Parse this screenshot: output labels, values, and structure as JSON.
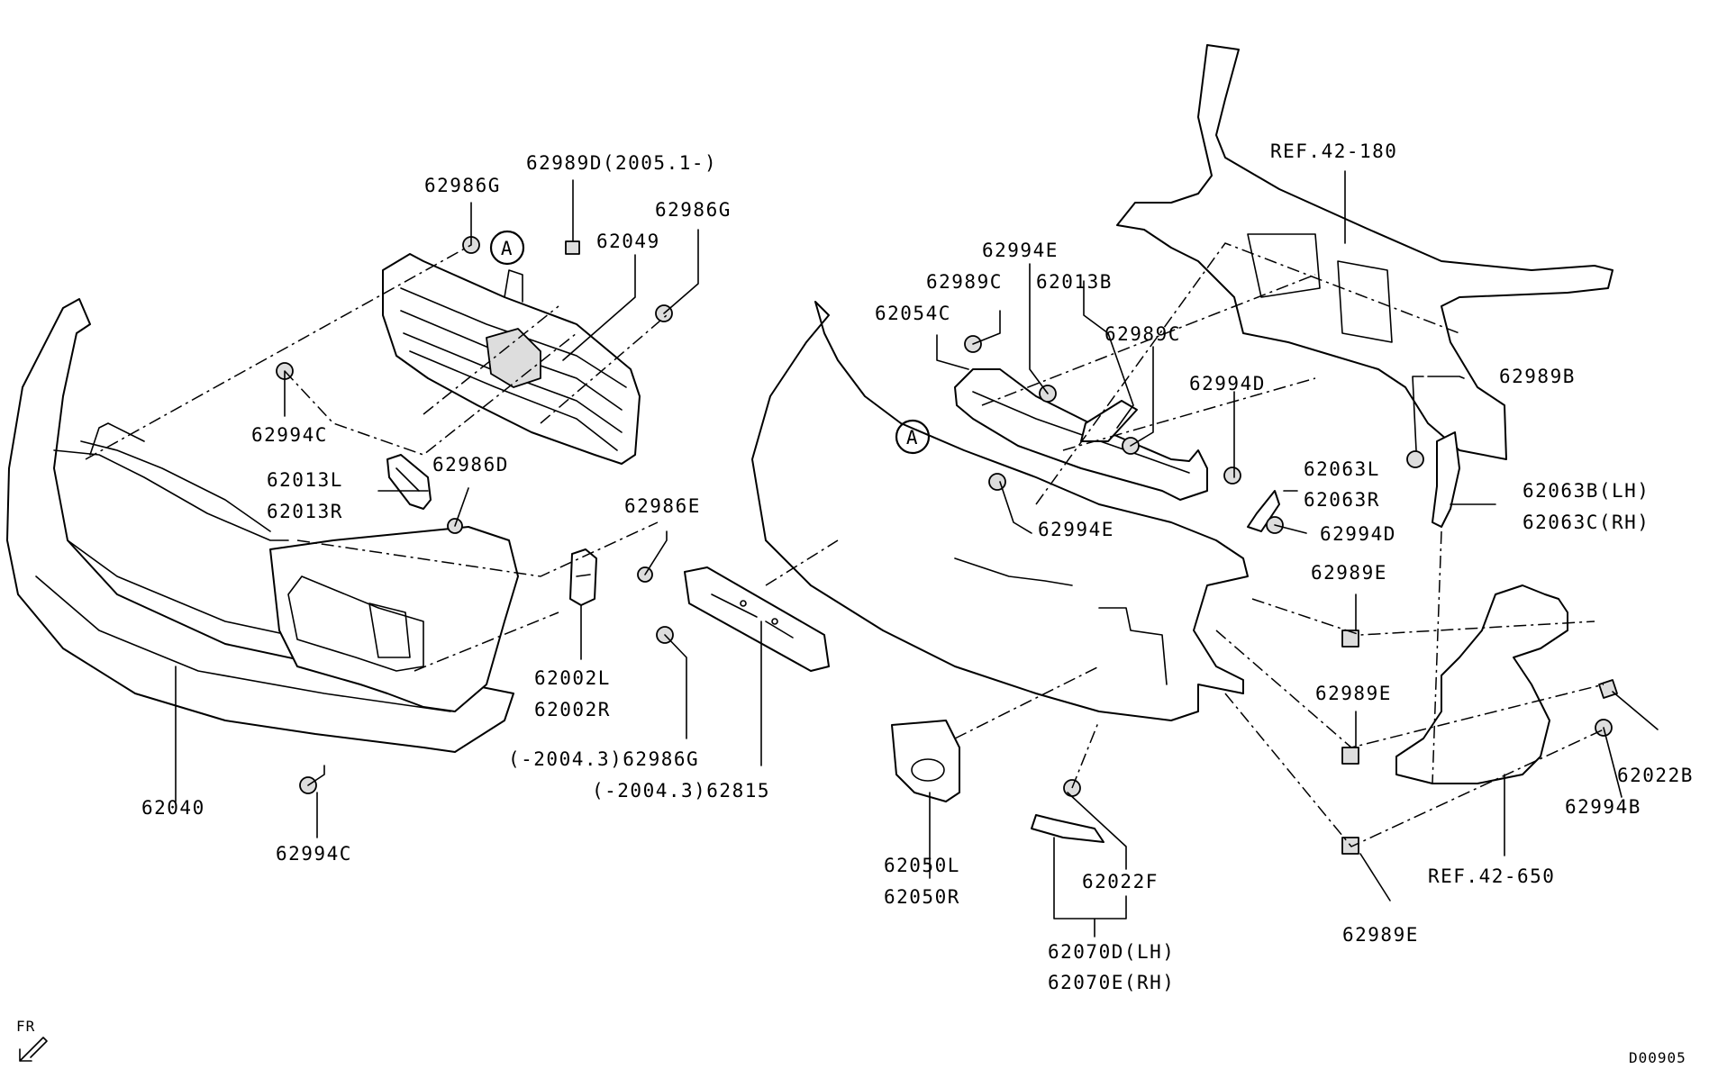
{
  "labels": {
    "p62986G_a": "62986G",
    "p62989D": "62989D(2005.1-)",
    "p62986G_b": "62986G",
    "p62049": "62049",
    "p62994C_a": "62994C",
    "p62013L": "62013L",
    "p62013R": "62013R",
    "p62986D": "62986D",
    "p62986E": "62986E",
    "p62002L": "62002L",
    "p62002R": "62002R",
    "p62986G_c": "(-2004.3)62986G",
    "p62815": "(-2004.3)62815",
    "p62040": "62040",
    "p62994C_b": "62994C",
    "pREF42_180": "REF.42-180",
    "p62994E_a": "62994E",
    "p62989C_a": "62989C",
    "p62013B": "62013B",
    "p62054C": "62054C",
    "p62989C_b": "62989C",
    "p62994D_a": "62994D",
    "p62989B": "62989B",
    "p62063L": "62063L",
    "p62063R": "62063R",
    "p62063B": "62063B(LH)",
    "p62063C": "62063C(RH)",
    "p62994E_b": "62994E",
    "p62994D_b": "62994D",
    "p62989E_a": "62989E",
    "p62989E_b": "62989E",
    "p62022B": "62022B",
    "p62994B": "62994B",
    "pREF42_650": "REF.42-650",
    "p62989E_c": "62989E",
    "p62050L": "62050L",
    "p62050R": "62050R",
    "p62022F": "62022F",
    "p62070D": "62070D(LH)",
    "p62070E": "62070E(RH)"
  },
  "callouts": {
    "ref_a_left": "A",
    "ref_a_right": "A"
  },
  "orientation": "FR",
  "diagram_id": "D00905"
}
